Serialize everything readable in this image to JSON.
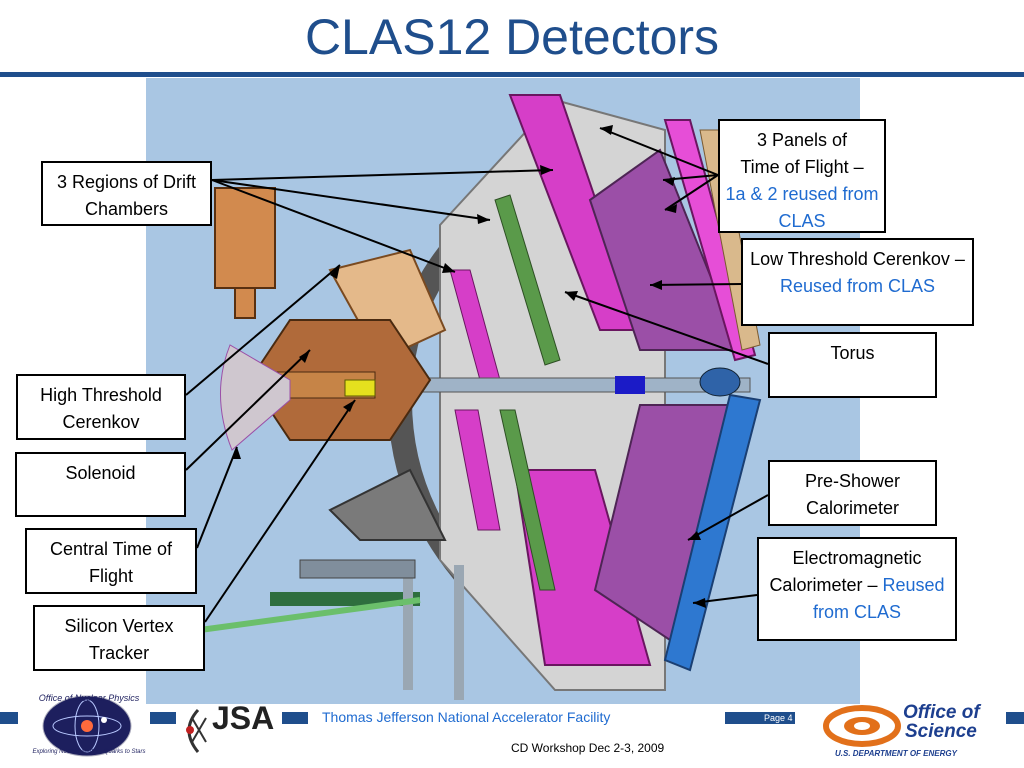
{
  "slide": {
    "title": "CLAS12 Detectors"
  },
  "callouts": {
    "drift_chambers": "3 Regions of Drift Chambers",
    "htcc": "High Threshold Cerenkov",
    "solenoid": "Solenoid",
    "ctof": "Central Time of Flight",
    "svt": "Silicon Vertex Tracker",
    "ftof_line1": "3 Panels of",
    "ftof_line2": "Time of Flight –",
    "ftof_reused": "1a & 2 reused from CLAS",
    "ltcc_main": "Low Threshold Cerenkov –",
    "ltcc_reused": "Reused from CLAS",
    "torus": "Torus",
    "pcal": "Pre-Shower Calorimeter",
    "ec_main": "Electromagnetic Calorimeter –",
    "ec_reused": "Reused from CLAS"
  },
  "footer": {
    "facility": "Thomas Jefferson National Accelerator Facility",
    "page": "Page 4",
    "workshop": "CD Workshop Dec 2-3, 2009",
    "onp_logo_text": "Office of Nuclear Physics",
    "onp_logo_tagline": "Exploring Nuclear Matter - Quarks to Stars",
    "jsa_logo_text": "JSA",
    "doe_line1": "Office of",
    "doe_line2": "Science",
    "doe_line3": "U.S. DEPARTMENT OF ENERGY"
  },
  "colors": {
    "title_blue": "#1f4e8c",
    "reused_blue": "#1f6bd0",
    "stage_bg": "#a9c6e3"
  }
}
